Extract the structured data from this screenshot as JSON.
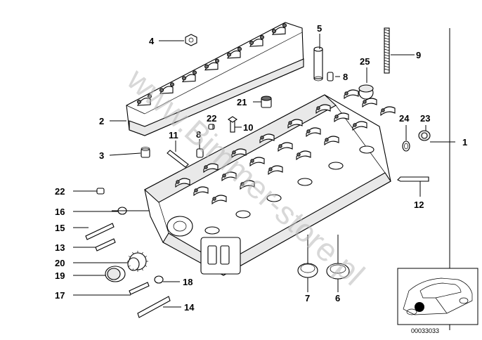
{
  "diagram": {
    "part_labels": {
      "p1": "1",
      "p2": "2",
      "p3": "3",
      "p4": "4",
      "p5": "5",
      "p6": "6",
      "p7": "7",
      "p8a": "8",
      "p8b": "8",
      "p9": "9",
      "p10": "10",
      "p11": "11",
      "p12": "12",
      "p13": "13",
      "p14": "14",
      "p15": "15",
      "p16": "16",
      "p17": "17",
      "p18": "18",
      "p19": "19",
      "p20": "20",
      "p21": "21",
      "p22a": "22",
      "p22b": "22",
      "p23": "23",
      "p24": "24",
      "p25": "25"
    },
    "watermark": "www.Bimmer-store.pl",
    "inset_code": "00033033"
  }
}
